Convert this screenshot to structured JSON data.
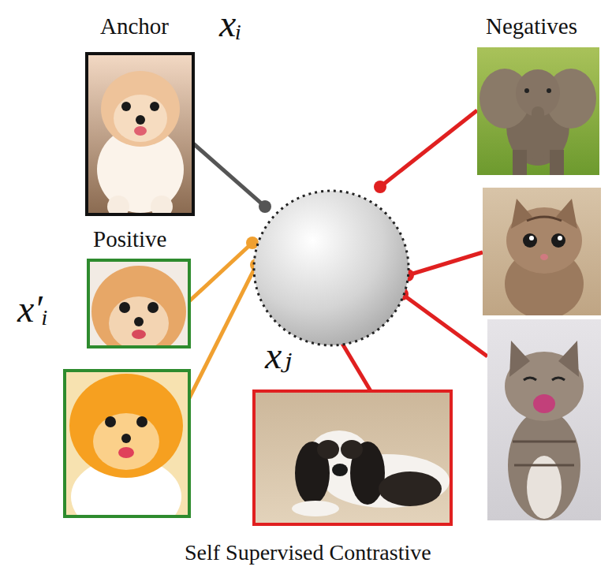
{
  "diagram": {
    "caption": "Self Supervised Contrastive",
    "labels": [
      "Anchor",
      "xᵢ",
      "Negatives",
      "Positive",
      "x′ᵢ",
      "xⱼ"
    ]
  }
}
